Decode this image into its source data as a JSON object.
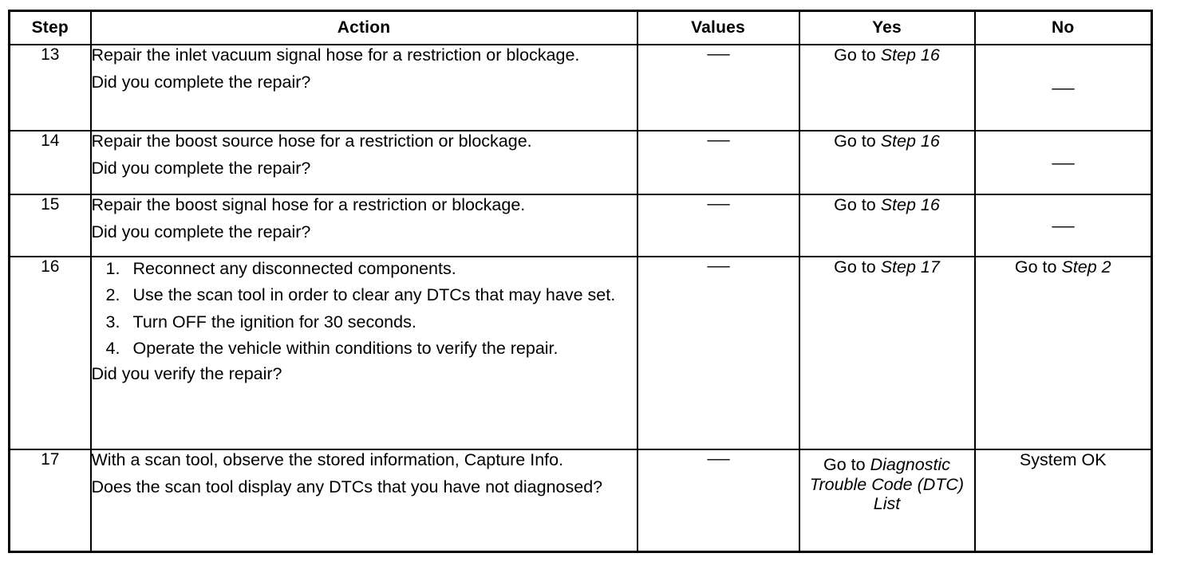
{
  "table": {
    "columns": [
      "Step",
      "Action",
      "Values",
      "Yes",
      "No"
    ],
    "rows": [
      {
        "step": "13",
        "action_paras": [
          "Repair the inlet vacuum signal hose for a restriction or blockage.",
          "Did you complete the repair?"
        ],
        "values": "—",
        "yes_prefix": "Go to ",
        "yes_italic": "Step 16",
        "no_dash": "—"
      },
      {
        "step": "14",
        "action_paras": [
          "Repair the boost source hose for a restriction or blockage.",
          "Did you complete the repair?"
        ],
        "values": "—",
        "yes_prefix": "Go to ",
        "yes_italic": "Step 16",
        "no_dash": "—"
      },
      {
        "step": "15",
        "action_paras": [
          "Repair the boost signal hose for a restriction or blockage.",
          "Did you complete the repair?"
        ],
        "values": "—",
        "yes_prefix": "Go to ",
        "yes_italic": "Step 16",
        "no_dash": "—"
      },
      {
        "step": "16",
        "list": [
          {
            "num": "1.",
            "text": "Reconnect any disconnected components."
          },
          {
            "num": "2.",
            "text": "Use the scan tool in order to clear any DTCs that may have set."
          },
          {
            "num": "3.",
            "text": "Turn OFF the ignition for 30 seconds."
          },
          {
            "num": "4.",
            "text": "Operate the vehicle within conditions to verify the repair."
          }
        ],
        "question": "Did you verify the repair?",
        "values": "—",
        "yes_prefix": "Go to ",
        "yes_italic": "Step 17",
        "no_prefix": "Go to ",
        "no_italic": "Step 2"
      },
      {
        "step": "17",
        "action_paras": [
          "With a scan tool, observe the stored information, Capture Info.",
          "Does the scan tool display any DTCs that you have not diagnosed?"
        ],
        "values": "—",
        "yes_prefix": "Go to ",
        "yes_italic": "Diagnostic Trouble Code (DTC) List",
        "no_text": "System OK"
      }
    ]
  }
}
